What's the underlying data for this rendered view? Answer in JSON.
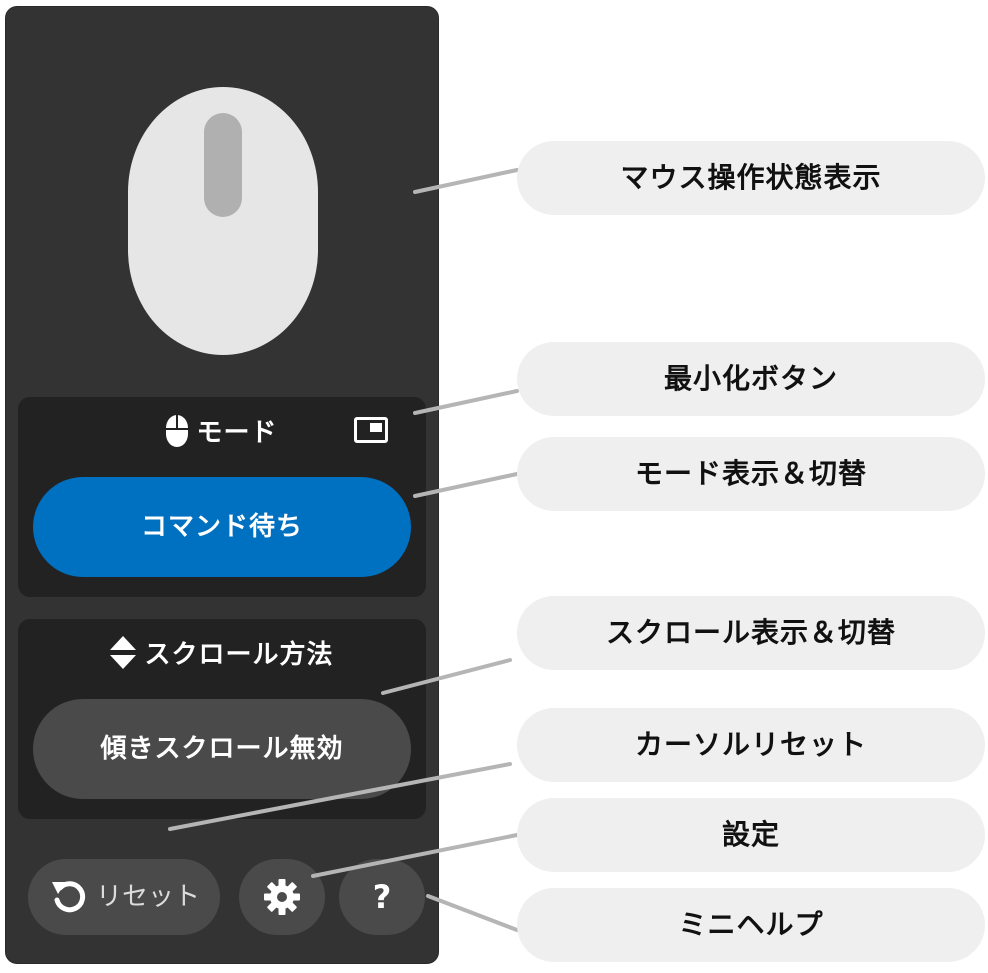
{
  "panel": {
    "mode_section": {
      "title": "モード",
      "icon": "mouse-icon",
      "minimize_icon": "minimize-window-icon",
      "button_label": "コマンド待ち",
      "button_color": "#0070c0"
    },
    "scroll_section": {
      "title": "スクロール方法",
      "icon": "up-down-arrows-icon",
      "button_label": "傾きスクロール無効"
    },
    "bottom": {
      "reset_label": "リセット",
      "reset_icon": "rotate-left-icon",
      "settings_icon": "gear-icon",
      "help_label": "?"
    }
  },
  "callouts": [
    "マウス操作状態表示",
    "最小化ボタン",
    "モード表示＆切替",
    "スクロール表示＆切替",
    "カーソルリセット",
    "設定",
    "ミニヘルプ"
  ],
  "colors": {
    "panel_bg": "#333333",
    "section_bg": "#222222",
    "accent": "#0070c0",
    "callout_bg": "#efefef"
  }
}
